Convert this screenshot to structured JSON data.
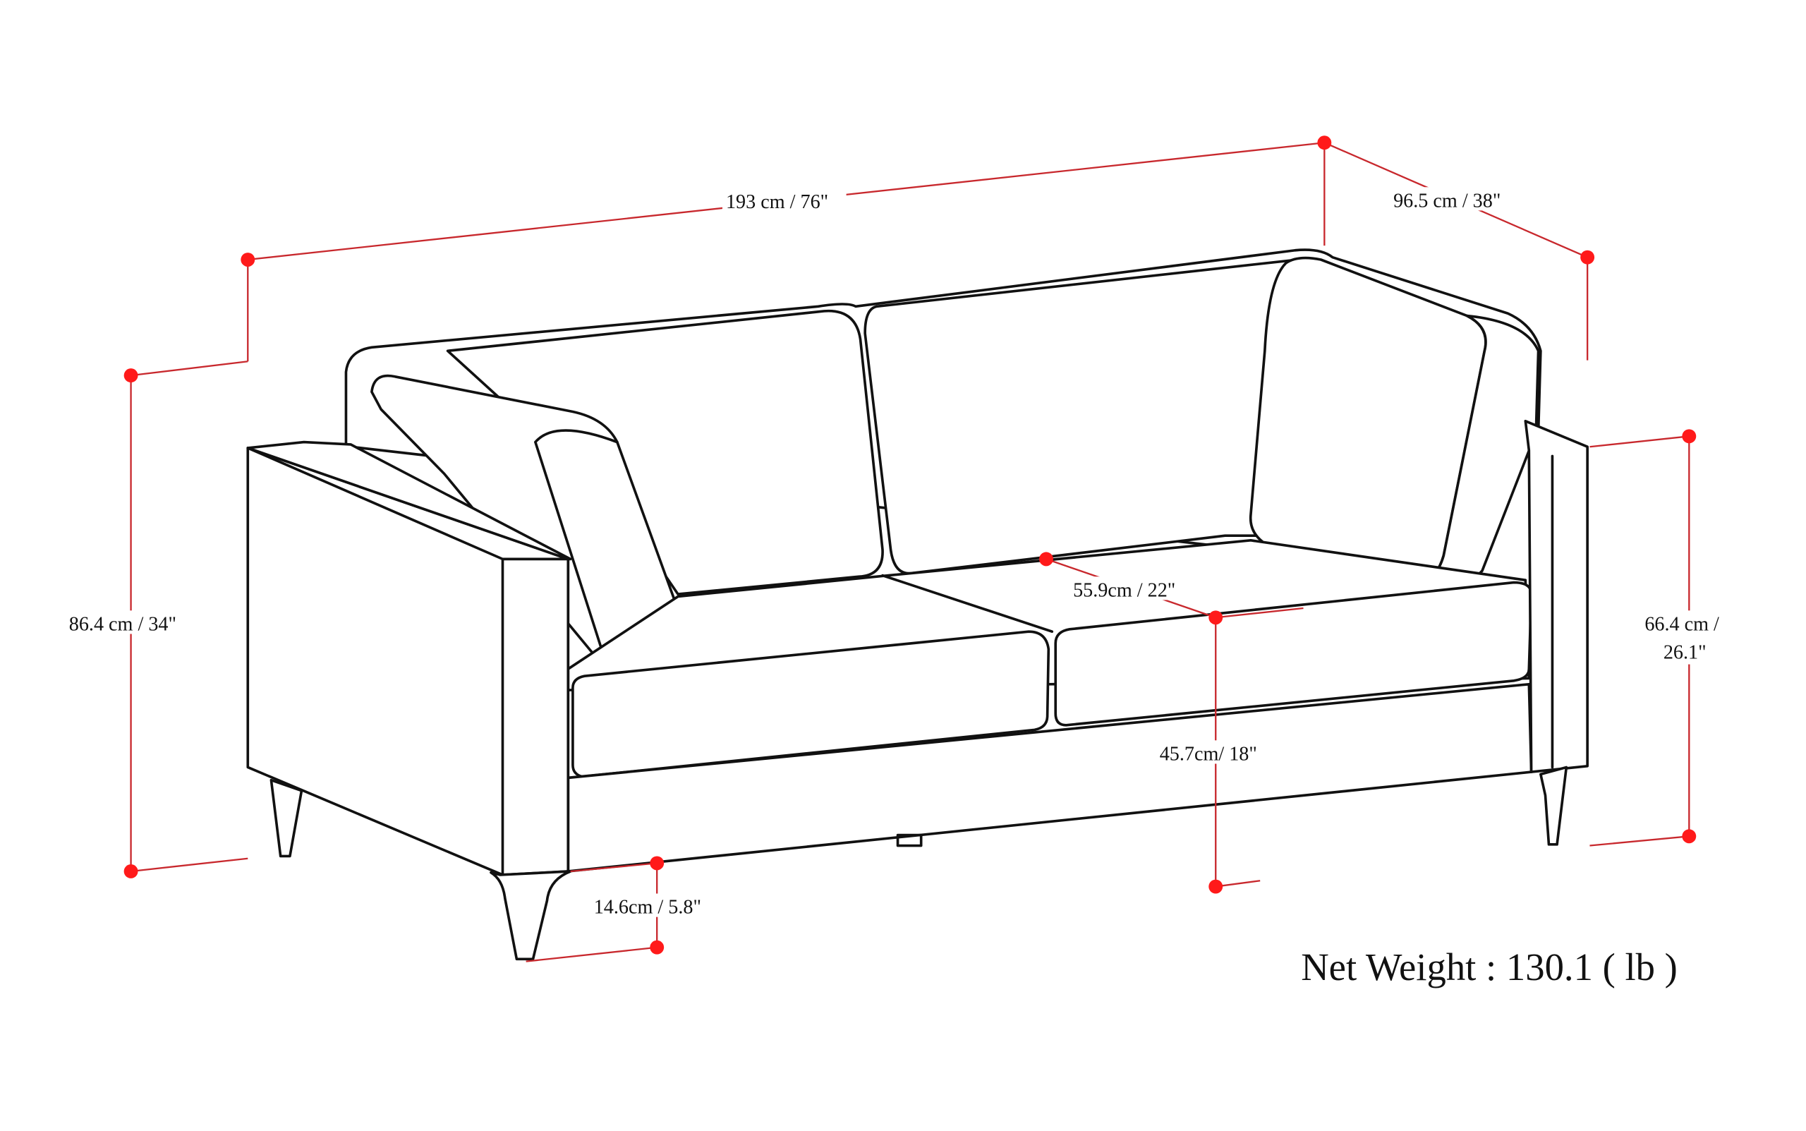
{
  "diagram": {
    "subject": "Two-seat sofa dimension drawing",
    "colors": {
      "outline": "#111111",
      "dimension_line": "#c8282d",
      "dimension_dot": "#ff1a1a",
      "background": "#ffffff"
    },
    "dimensions": {
      "overall_width": "193 cm / 76\"",
      "overall_depth": "96.5 cm / 38\"",
      "overall_height": "86.4 cm / 34\"",
      "arm_height_line1": "66.4 cm /",
      "arm_height_line2": "26.1\"",
      "seat_depth": "55.9cm / 22\"",
      "seat_height": "45.7cm/ 18\"",
      "leg_height": "14.6cm / 5.8\""
    },
    "net_weight": "Net Weight : 130.1 ( lb )"
  }
}
